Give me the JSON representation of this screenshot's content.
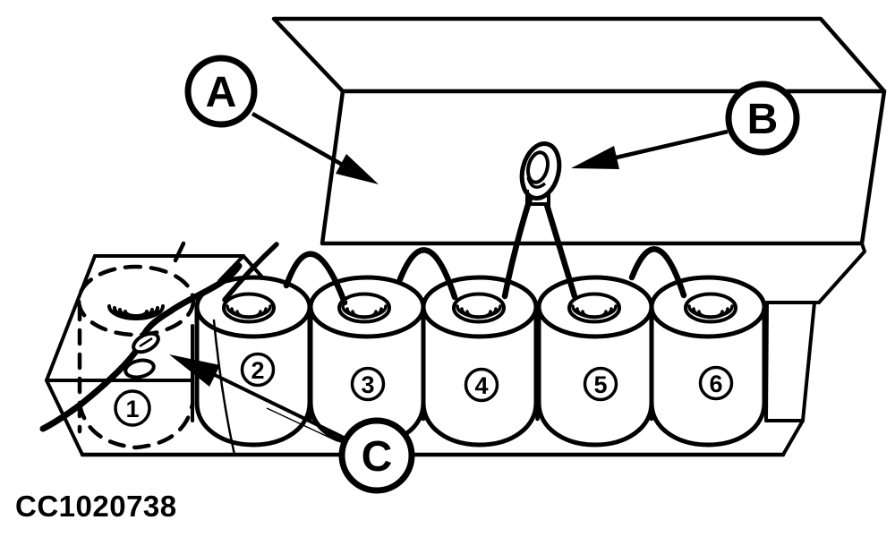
{
  "figure": {
    "code": "CC1020738",
    "colors": {
      "line": "#000000",
      "background": "#ffffff"
    },
    "callouts": [
      {
        "id": "A",
        "label": "A",
        "target": "valve-cover-panel"
      },
      {
        "id": "B",
        "label": "B",
        "target": "harness-clip"
      },
      {
        "id": "C",
        "label": "C",
        "target": "injector-lead-connector"
      }
    ],
    "cylinders": [
      {
        "number": "1"
      },
      {
        "number": "2"
      },
      {
        "number": "3"
      },
      {
        "number": "4"
      },
      {
        "number": "5"
      },
      {
        "number": "6"
      }
    ]
  }
}
